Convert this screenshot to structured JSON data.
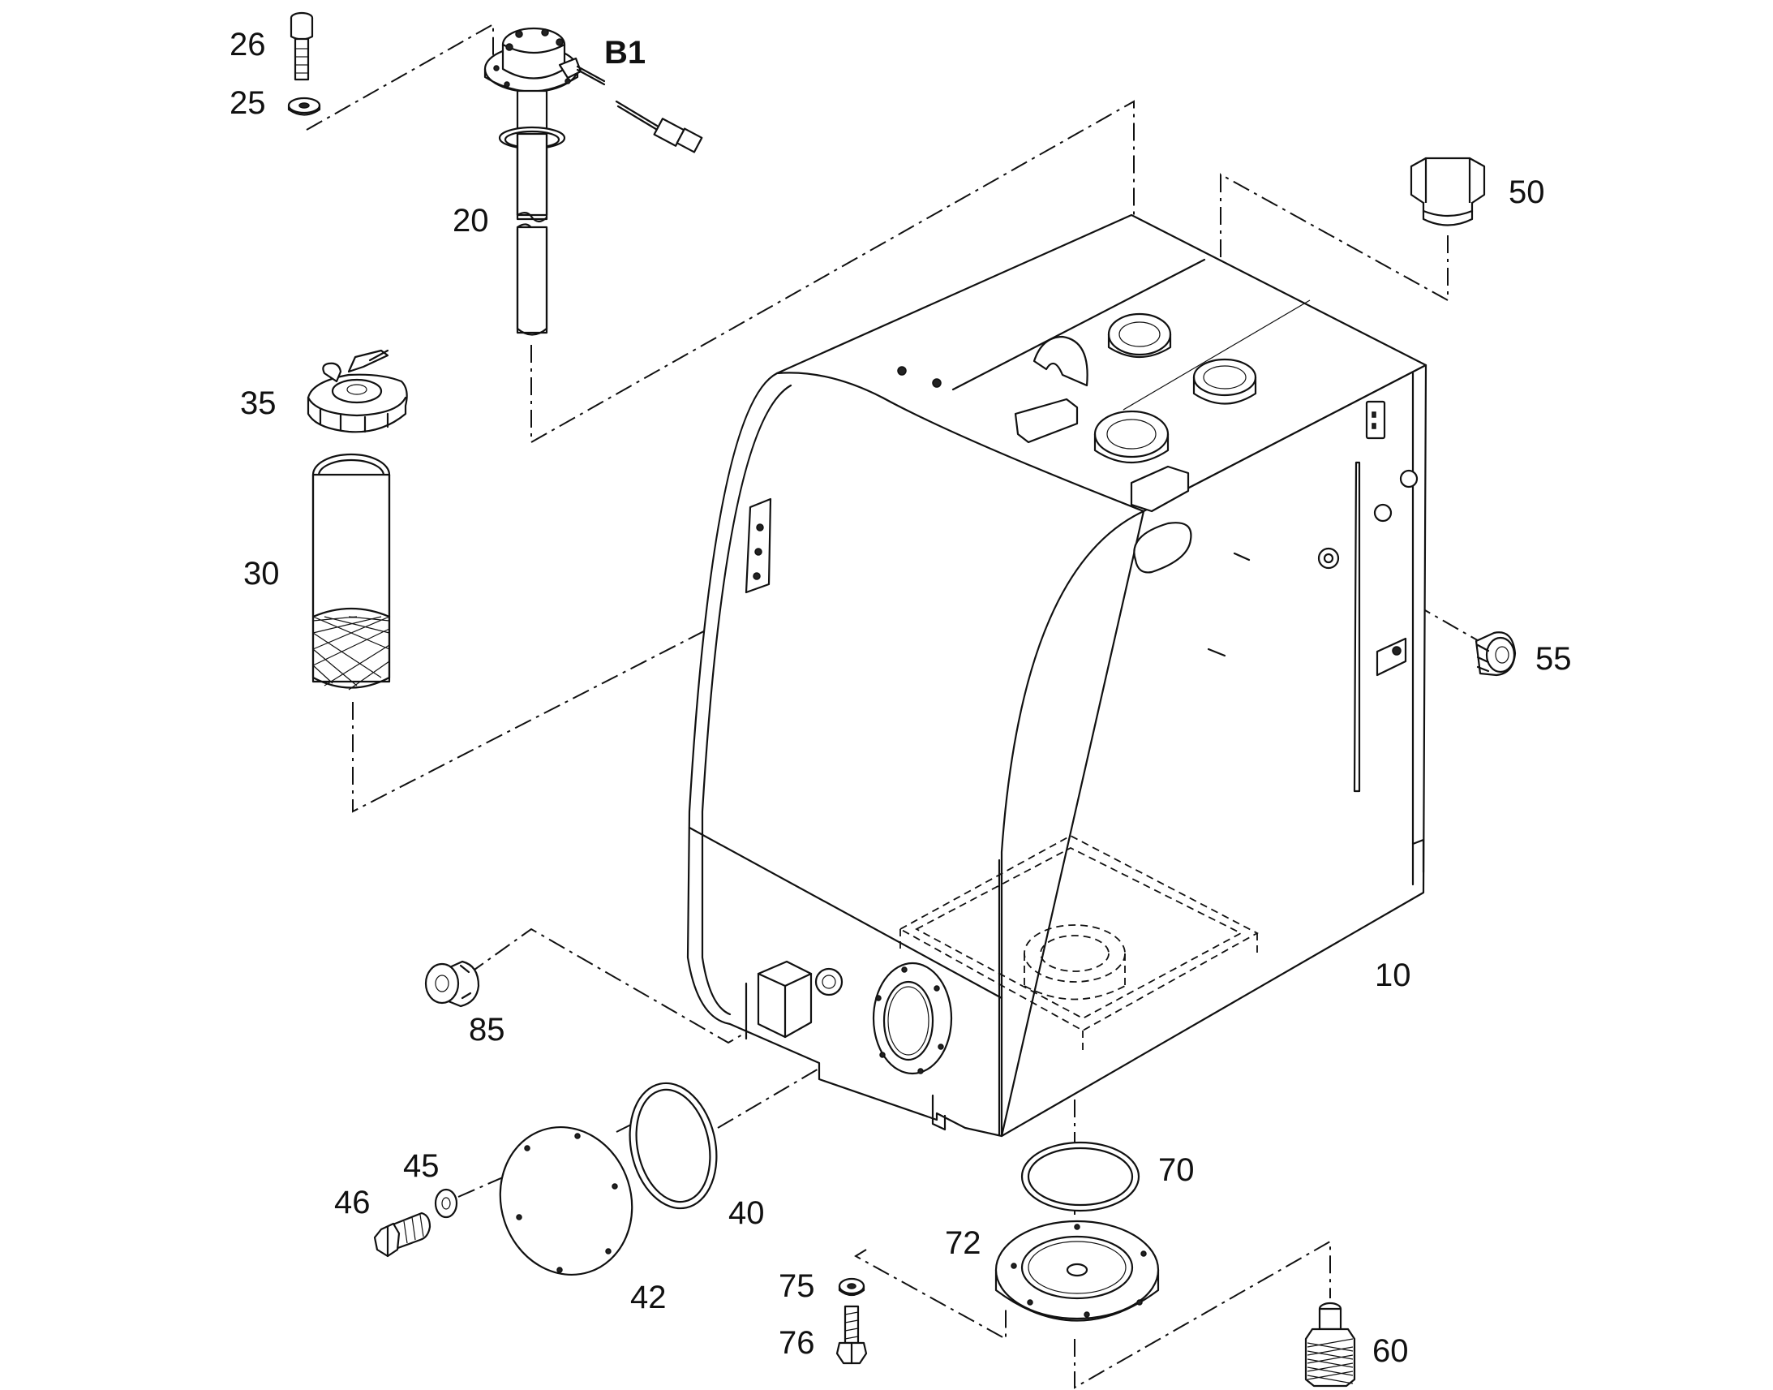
{
  "callouts": {
    "c10": "10",
    "c20": "20",
    "c25": "25",
    "c26": "26",
    "c30": "30",
    "c35": "35",
    "c40": "40",
    "c42": "42",
    "c45": "45",
    "c46": "46",
    "c50": "50",
    "c55": "55",
    "c60": "60",
    "c70": "70",
    "c72": "72",
    "c75": "75",
    "c76": "76",
    "c85": "85",
    "cB1": "B1"
  }
}
